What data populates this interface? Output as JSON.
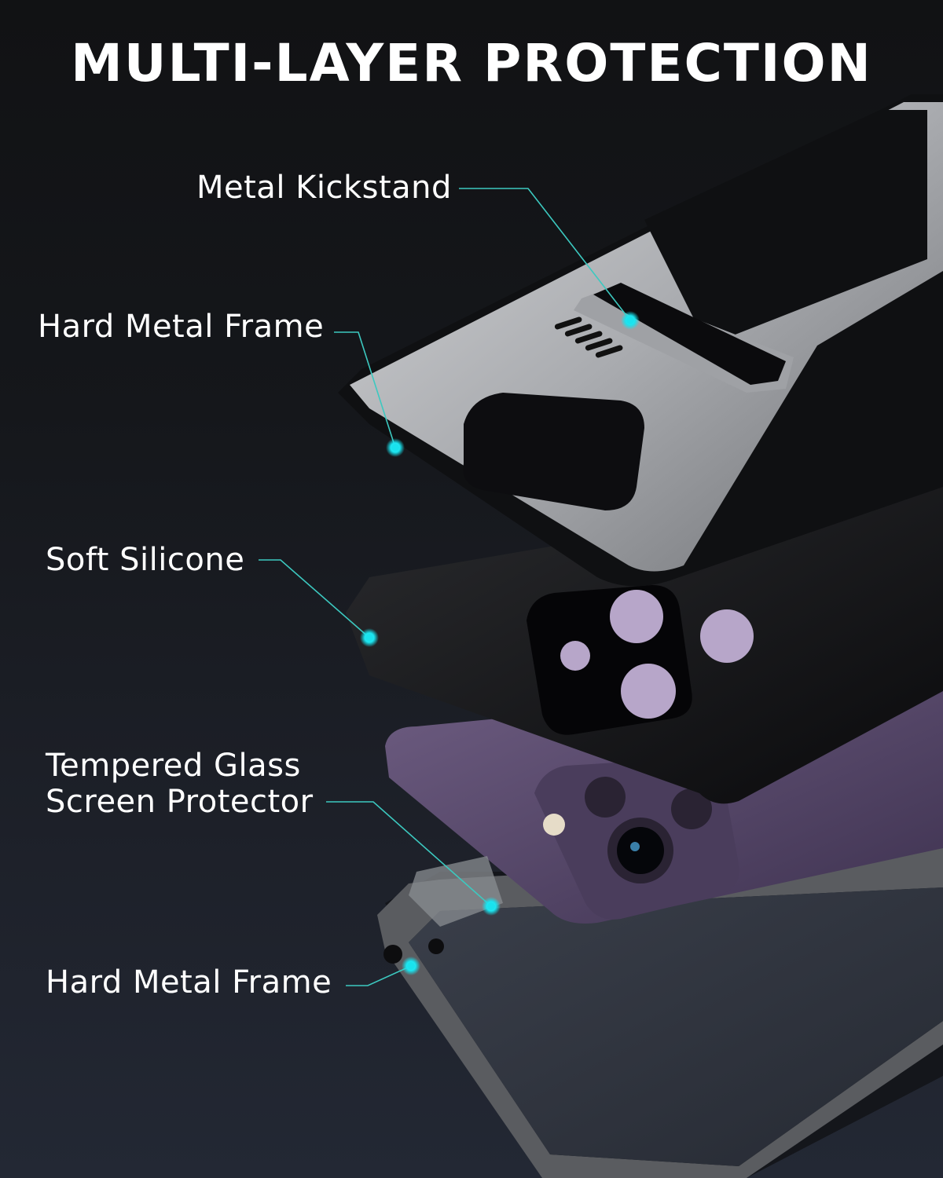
{
  "title": "MULTI-LAYER PROTECTION",
  "colors": {
    "background_top": "#111214",
    "background_bottom": "#232834",
    "callout_line": "#3cc9c0",
    "callout_dot": "#19e3ee",
    "metal_silver": "#b9bbbe",
    "silicone_black": "#0e0e10",
    "phone_purple": "#5b4a6e",
    "lens_purple": "#b7a6c9"
  },
  "callouts": [
    {
      "id": "metal-kickstand",
      "lines": [
        "Metal Kickstand"
      ]
    },
    {
      "id": "hard-metal-frame-back",
      "lines": [
        "Hard Metal Frame"
      ]
    },
    {
      "id": "soft-silicone",
      "lines": [
        "Soft Silicone"
      ]
    },
    {
      "id": "tempered-glass",
      "lines": [
        "Tempered Glass",
        "Screen Protector"
      ]
    },
    {
      "id": "hard-metal-frame-front",
      "lines": [
        "Hard Metal Frame"
      ]
    }
  ],
  "layers": [
    "metal-back-frame-with-kickstand",
    "soft-silicone-inner-case",
    "phone-purple",
    "tempered-glass-screen-protector",
    "metal-front-frame"
  ]
}
